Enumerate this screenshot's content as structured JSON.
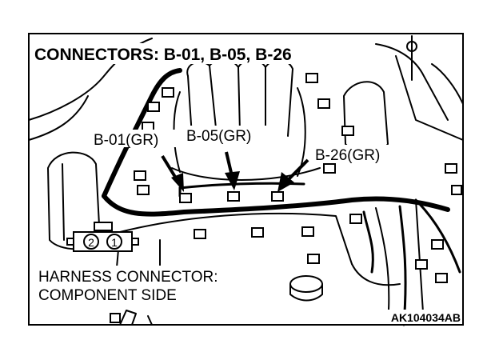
{
  "diagram": {
    "title": "CONNECTORS: B-01, B-05, B-26",
    "callouts": {
      "b01": "B-01(GR)",
      "b05": "B-05(GR)",
      "b26": "B-26(GR)"
    },
    "harness": {
      "line1": "HARNESS CONNECTOR:",
      "line2": "COMPONENT SIDE",
      "pins": [
        "2",
        "1"
      ]
    },
    "figure_code": "AK104034AB"
  }
}
